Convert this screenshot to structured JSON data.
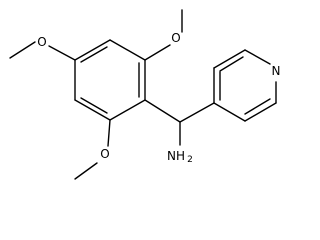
{
  "structure": {
    "atoms": {
      "o_top": "O",
      "o_left": "O",
      "o_bottom": "O",
      "n_pyridine": "N",
      "amine": "NH",
      "amine_subscript": "2"
    }
  },
  "colors": {
    "bond": "#000000",
    "label": "#000000",
    "background": "#ffffff"
  }
}
